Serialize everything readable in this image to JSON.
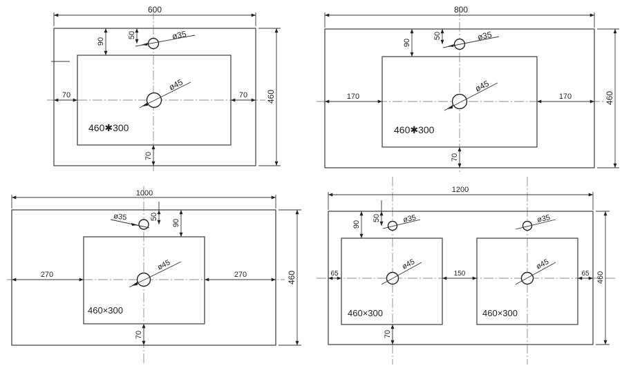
{
  "colors": {
    "line": "#3a3a3a",
    "background": "#ffffff"
  },
  "panels": [
    {
      "id": "top-left",
      "overall_width": "600",
      "overall_depth": "460",
      "tap_hole": "ø35",
      "drain_hole": "ø45",
      "basin_size": "460✱300",
      "tap_offset": "50",
      "basin_top_offset": "90",
      "side_left": "70",
      "side_right": "70",
      "front_offset": "70"
    },
    {
      "id": "top-right",
      "overall_width": "800",
      "overall_depth": "460",
      "tap_hole": "ø35",
      "drain_hole": "ø45",
      "basin_size": "460✱300",
      "tap_offset": "50",
      "basin_top_offset": "90",
      "side_left": "170",
      "side_right": "170",
      "front_offset": "70"
    },
    {
      "id": "bottom-left",
      "overall_width": "1000",
      "overall_depth": "460",
      "tap_hole": "ø35",
      "drain_hole": "ø45",
      "basin_size": "460×300",
      "tap_offset": "50",
      "basin_top_offset": "90",
      "side_left": "270",
      "side_right": "270",
      "front_offset": "70"
    },
    {
      "id": "bottom-right",
      "overall_width": "1200",
      "overall_depth": "460",
      "tap_hole": "ø35",
      "tap_hole_2": "ø35",
      "drain_hole": "ø45",
      "drain_hole_2": "ø45",
      "basin_size": "460×300",
      "basin_size_2": "460×300",
      "tap_offset": "50",
      "basin_top_offset": "90",
      "side_left": "65",
      "gap_between": "150",
      "side_right": "65",
      "front_offset": "70"
    }
  ]
}
